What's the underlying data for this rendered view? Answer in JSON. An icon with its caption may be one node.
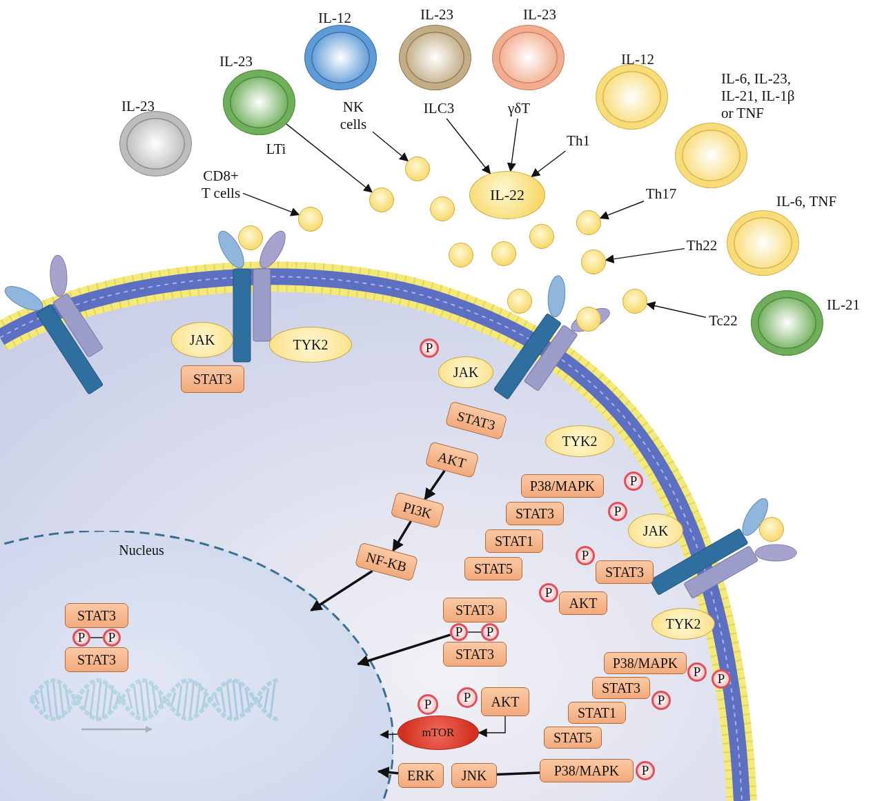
{
  "diagram": {
    "nodes": [
      {
        "text": [
          "IL-23"
        ]
      },
      {
        "text": [
          "IL-23",
          "LTi"
        ]
      },
      {
        "text": [
          "IL-12"
        ]
      },
      {
        "text": [
          "IL-23"
        ]
      },
      {
        "text": [
          "IL-23"
        ]
      },
      {
        "text": [
          "IL-12"
        ]
      },
      {
        "text": [
          "IL-6, IL-23, IL-21, IL-1β or TNF"
        ]
      },
      {
        "text": [
          "IL-6, TNF"
        ]
      },
      {
        "text": [
          "IL-21"
        ]
      },
      {
        "text": [
          "CD8+ T cells"
        ]
      },
      {
        "text": [
          "NK cells"
        ]
      },
      {
        "text": [
          "ILC3"
        ]
      },
      {
        "text": [
          "γδT"
        ]
      },
      {
        "text": [
          "Th1"
        ]
      },
      {
        "text": [
          "IL-22"
        ]
      },
      {
        "text": [
          "Th17"
        ]
      },
      {
        "text": [
          "Th22"
        ]
      },
      {
        "text": [
          "Tc22"
        ]
      },
      {
        "text": [],
        "shape": "circle"
      },
      {
        "text": [],
        "shape": "circle"
      },
      {
        "text": [],
        "shape": "circle"
      },
      {
        "text": [],
        "shape": "circle"
      },
      {
        "text": [],
        "shape": "circle"
      },
      {
        "text": [],
        "shape": "circle"
      },
      {
        "text": [],
        "shape": "circle"
      },
      {
        "text": [],
        "shape": "circle"
      },
      {
        "text": [],
        "shape": "circle"
      },
      {
        "text": [],
        "shape": "circle"
      },
      {
        "text": [],
        "shape": "circle"
      },
      {
        "text": [],
        "shape": "circle"
      },
      {
        "text": [],
        "shape": "circle"
      },
      {
        "text": [],
        "shape": "circle"
      },
      {
        "text": [
          "JAK"
        ]
      },
      {
        "text": [
          "TYK2"
        ]
      },
      {
        "text": [
          "STAT3"
        ]
      },
      {
        "text": [
          "P"
        ]
      },
      {
        "text": [
          "JAK"
        ]
      },
      {
        "text": [
          "STAT3"
        ]
      },
      {
        "text": [
          "AKT"
        ]
      },
      {
        "text": [
          "PI3K"
        ]
      },
      {
        "text": [
          "NF-KB"
        ]
      },
      {
        "text": [
          "TYK2"
        ]
      },
      {
        "text": [
          "P"
        ]
      },
      {
        "text": [
          "P38/MAPK"
        ]
      },
      {
        "text": [
          "STAT3"
        ]
      },
      {
        "text": [
          "STAT1"
        ]
      },
      {
        "text": [
          "STAT5"
        ]
      },
      {
        "text": [
          "P"
        ]
      },
      {
        "text": [
          "JAK"
        ]
      },
      {
        "text": [
          "P"
        ]
      },
      {
        "text": [
          "STAT3"
        ]
      },
      {
        "text": [
          "P"
        ]
      },
      {
        "text": [
          "AKT"
        ]
      },
      {
        "text": [
          "TYK2"
        ]
      },
      {
        "text": [
          "P"
        ]
      },
      {
        "text": [
          "P38/MAPK"
        ]
      },
      {
        "text": [
          "P"
        ]
      },
      {
        "text": [
          "STAT3"
        ]
      },
      {
        "text": [
          "P"
        ]
      },
      {
        "text": [
          "STAT1"
        ]
      },
      {
        "text": [
          "STAT5"
        ]
      },
      {
        "text": [
          "STAT3"
        ]
      },
      {
        "text": [
          "P"
        ]
      },
      {
        "text": [
          "P"
        ]
      },
      {
        "text": [
          "STAT3"
        ]
      },
      {
        "text": [
          "P"
        ]
      },
      {
        "text": [
          "mTOR"
        ]
      },
      {
        "text": [
          "P"
        ]
      },
      {
        "text": [
          "AKT"
        ]
      },
      {
        "text": [
          "P38/MAPK"
        ]
      },
      {
        "text": [
          "P"
        ]
      },
      {
        "text": [
          "JNK"
        ]
      },
      {
        "text": [
          "ERK"
        ]
      },
      {
        "text": [
          "Nucleus"
        ]
      },
      {
        "text": [
          "STAT3"
        ],
        "in": 73
      },
      {
        "text": [
          "P"
        ],
        "in": 73
      },
      {
        "text": [
          "P"
        ],
        "in": 73
      },
      {
        "text": [
          "STAT3"
        ],
        "in": 73
      }
    ],
    "edges": [
      {
        "from": 9,
        "to": 19,
        "arrow": "to"
      },
      {
        "from": 1,
        "to": 20,
        "arrow": "to"
      },
      {
        "from": 10,
        "to": 21,
        "arrow": "to"
      },
      {
        "from": 11,
        "to": 14,
        "arrow": "to"
      },
      {
        "from": 12,
        "to": 14,
        "arrow": "to"
      },
      {
        "from": 13,
        "to": 14,
        "arrow": "to"
      },
      {
        "from": 15,
        "to": 27,
        "arrow": "to"
      },
      {
        "from": 16,
        "to": 29,
        "arrow": "to"
      },
      {
        "from": 17,
        "to": 30,
        "arrow": "to"
      },
      {
        "from": 38,
        "to": 39,
        "arrow": "to",
        "style": "thick"
      },
      {
        "from": 39,
        "to": 40,
        "arrow": "to",
        "style": "thick"
      },
      {
        "from": 40,
        "to": 73,
        "arrow": "to",
        "style": "thick"
      },
      {
        "from": 62,
        "to": 73,
        "arrow": "to",
        "style": "thick"
      },
      {
        "from": 68,
        "to": 66,
        "arrow": "to"
      },
      {
        "from": 66,
        "to": 73,
        "arrow": "to"
      },
      {
        "from": 69,
        "to": 71,
        "arrow": "none",
        "style": "thick"
      },
      {
        "from": 72,
        "to": 73,
        "arrow": "to",
        "style": "thick"
      },
      {
        "from": 62,
        "to": 63,
        "arrow": "none"
      },
      {
        "from": 75,
        "to": 76,
        "arrow": "none"
      }
    ]
  }
}
